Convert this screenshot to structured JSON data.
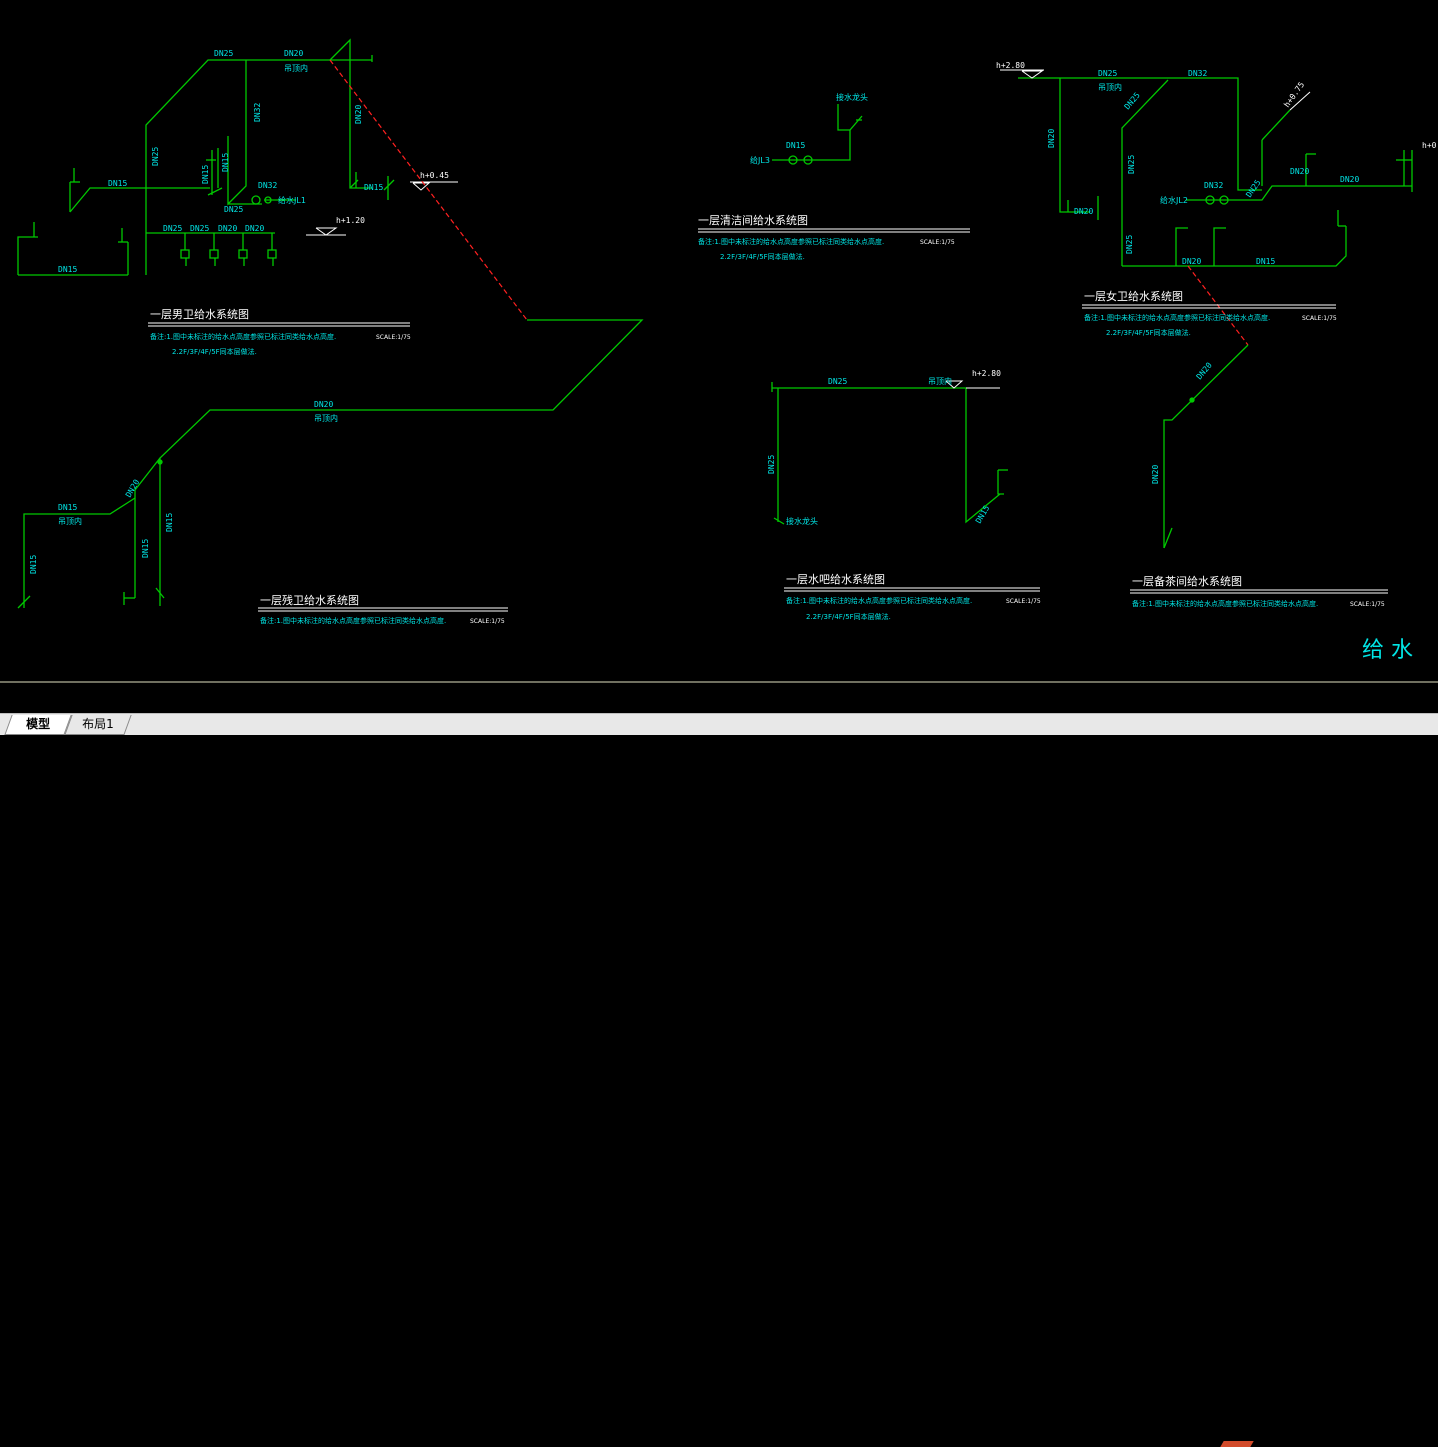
{
  "tabs": [
    {
      "label": "模型",
      "active": true
    },
    {
      "label": "布局1",
      "active": false
    }
  ],
  "colors": {
    "background": "#000000",
    "pipe": "#00c800",
    "text": "#00e5e5",
    "dashed": "#ff2020",
    "title_line": "#ffffff"
  },
  "drawing_label": "给 水",
  "blocks": [
    {
      "title": "一层男卫给水系统图",
      "note1": "备注:1.图中未标注的给水点高度参照已标注同类给水点高度.",
      "note2": "2.2F/3F/4F/5F同本层做法.",
      "scale": "SCALE:1/75"
    },
    {
      "title": "一层残卫给水系统图",
      "note1": "备注:1.图中未标注的给水点高度参照已标注同类给水点高度.",
      "note2": "",
      "scale": "SCALE:1/75"
    },
    {
      "title": "一层清洁间给水系统图",
      "note1": "备注:1.图中未标注的给水点高度参照已标注同类给水点高度.",
      "note2": "2.2F/3F/4F/5F同本层做法.",
      "scale": "SCALE:1/75"
    },
    {
      "title": "一层水吧给水系统图",
      "note1": "备注:1.图中未标注的给水点高度参照已标注同类给水点高度.",
      "note2": "2.2F/3F/4F/5F同本层做法.",
      "scale": "SCALE:1/75"
    },
    {
      "title": "一层女卫给水系统图",
      "note1": "备注:1.图中未标注的给水点高度参照已标注同类给水点高度.",
      "note2": "2.2F/3F/4F/5F同本层做法.",
      "scale": "SCALE:1/75"
    },
    {
      "title": "一层备茶间给水系统图",
      "note1": "备注:1.图中未标注的给水点高度参照已标注同类给水点高度.",
      "note2": "",
      "scale": "SCALE:1/75"
    }
  ],
  "labels": {
    "dn15": "DN15",
    "dn20": "DN20",
    "dn25": "DN25",
    "dn32": "DN32",
    "elev_045": "h+0.45",
    "elev_120": "h+1.20",
    "elev_280": "h+2.80",
    "elev_075": "h+0.75",
    "riser_1": "给水JL1",
    "riser_2": "给水JL2",
    "riser_3": "给JL3",
    "short_pipe": "吊顶内",
    "floor_drain": "接水龙头"
  }
}
